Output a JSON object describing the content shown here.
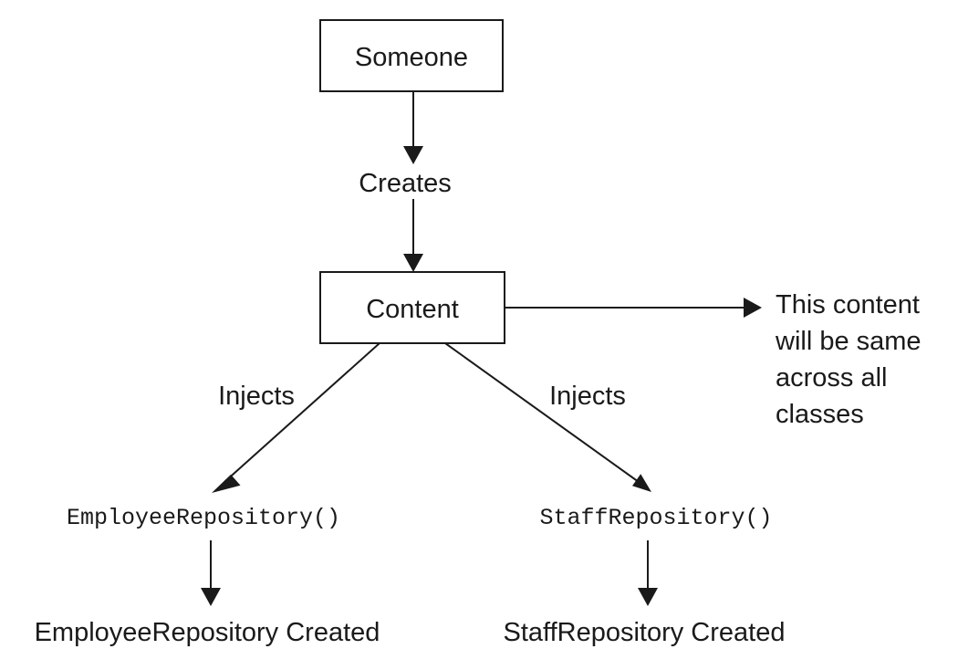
{
  "nodes": {
    "someone": {
      "label": "Someone"
    },
    "content": {
      "label": "Content"
    },
    "employee_repo": {
      "label": "EmployeeRepository()"
    },
    "staff_repo": {
      "label": "StaffRepository()"
    },
    "employee_created": {
      "label": "EmployeeRepository Created"
    },
    "staff_created": {
      "label": "StaffRepository Created"
    }
  },
  "edges": {
    "creates": {
      "label": "Creates"
    },
    "injects_left": {
      "label": "Injects"
    },
    "injects_right": {
      "label": "Injects"
    }
  },
  "note": {
    "lines": [
      "This content",
      "will be same",
      "across all",
      "classes"
    ]
  }
}
